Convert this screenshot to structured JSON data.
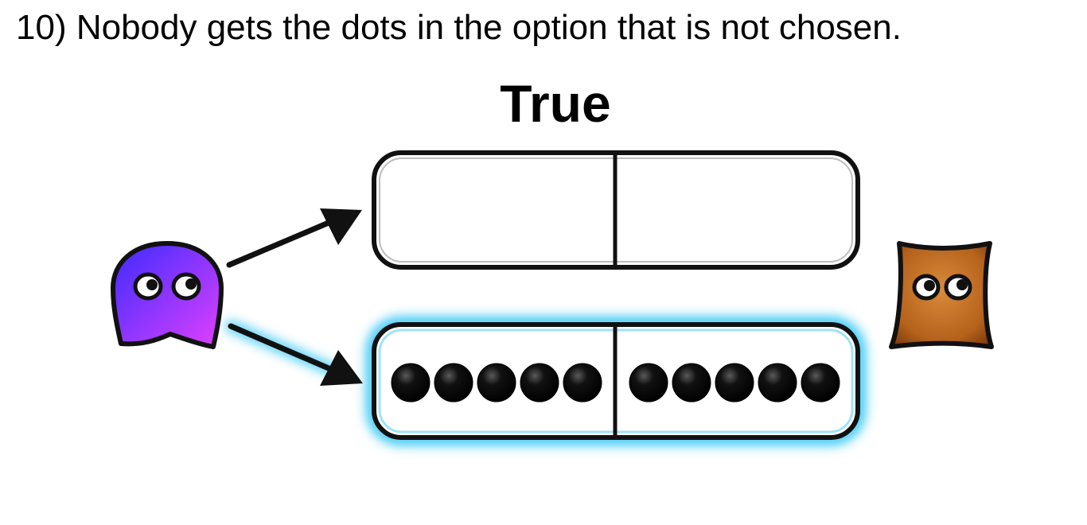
{
  "question": {
    "text": "10) Nobody gets the dots in the option that is not chosen."
  },
  "verdict": {
    "text": "True"
  },
  "options": [
    {
      "name": "top-option",
      "chosen": false,
      "left_dots": 0,
      "right_dots": 0
    },
    {
      "name": "bottom-option",
      "chosen": true,
      "left_dots": 5,
      "right_dots": 5
    }
  ],
  "colors": {
    "chooser_gradient_start": "#3a2bff",
    "chooser_gradient_end": "#e040ff",
    "receiver_body": "#b5621c",
    "highlight_glow": "#35c8f5",
    "outline": "#111111",
    "dot": "#000000"
  },
  "icons": {
    "chooser": "blue-purple-ghost-creature",
    "receiver": "brown-sack-creature",
    "arrow": "arrow-right"
  }
}
